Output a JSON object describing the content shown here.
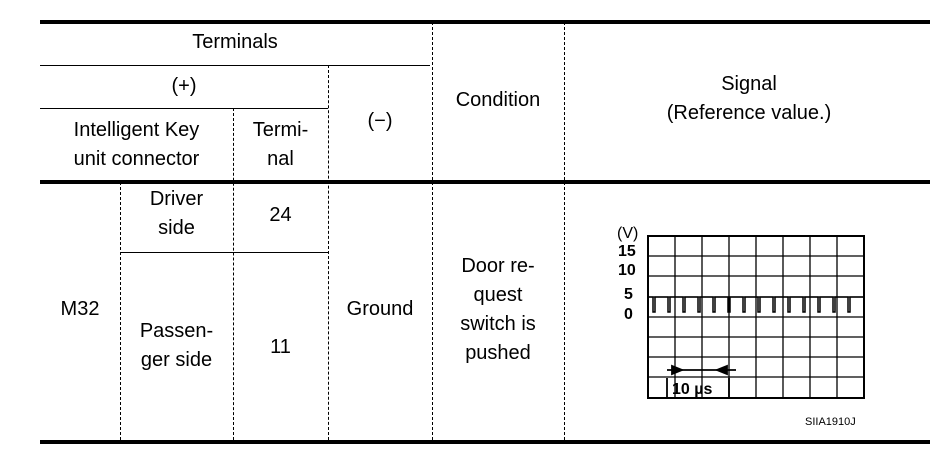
{
  "table": {
    "header": {
      "terminals": "Terminals",
      "plus": "(+)",
      "connector_line1": "Intelligent Key",
      "connector_line2": "unit connector",
      "terminal_line1": "Termi-",
      "terminal_line2": "nal",
      "minus": "(−)",
      "condition": "Condition",
      "signal_line1": "Signal",
      "signal_line2": "(Reference value.)"
    },
    "body": {
      "connector": "M32",
      "driver_line1": "Driver",
      "driver_line2": "side",
      "driver_terminal": "24",
      "passenger_line1": "Passen-",
      "passenger_line2": "ger side",
      "passenger_terminal": "11",
      "ground": "Ground",
      "condition_lines": [
        "Door re-",
        "quest",
        "switch is",
        "pushed"
      ]
    }
  },
  "scope": {
    "unit": "(V)",
    "y_ticks": [
      "15",
      "10",
      "5",
      "0"
    ],
    "time_label": "10 µs",
    "figure_code": "SIIA1910J"
  }
}
